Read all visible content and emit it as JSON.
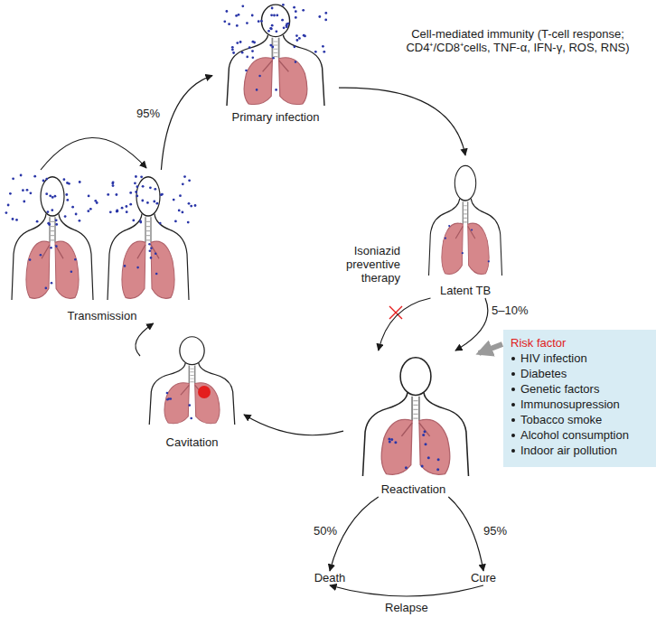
{
  "diagram": {
    "nodes": [
      {
        "text": [
          "Primary infection"
        ]
      },
      {
        "text": [
          "Latent TB"
        ]
      },
      {
        "text": [
          "Reactivation"
        ]
      },
      {
        "text": [
          "Cavitation"
        ]
      },
      {
        "text": [
          "Transmission"
        ]
      },
      {
        "text": [
          "Death"
        ]
      },
      {
        "text": [
          "Cure"
        ]
      },
      {
        "text": [
          "Risk factor",
          "HIV infection",
          "Diabetes",
          "Genetic factors",
          "Immunosupression",
          "Tobacco smoke",
          "Alcohol consumption",
          "Indoor air pollution"
        ]
      }
    ],
    "edges": [
      {
        "from": 0,
        "to": 1,
        "arrow": "to",
        "label": "Cell-mediated immunity (T-cell response; CD4⁺/CD8⁺cells, TNF-α, IFN-γ, ROS, RNS)"
      },
      {
        "from": 1,
        "to": 2,
        "arrow": "to",
        "label": "Isoniazid preventive therapy"
      },
      {
        "from": 1,
        "to": 2,
        "arrow": "to",
        "label": "5–10%"
      },
      {
        "from": 2,
        "to": 3,
        "arrow": "to"
      },
      {
        "from": 3,
        "to": 4,
        "arrow": "to"
      },
      {
        "from": 4,
        "to": 0,
        "arrow": "to",
        "label": "95%"
      },
      {
        "from": 2,
        "to": 5,
        "arrow": "to",
        "label": "50%"
      },
      {
        "from": 2,
        "to": 6,
        "arrow": "to",
        "label": "95%"
      },
      {
        "from": 6,
        "to": 5,
        "arrow": "to",
        "label": "Relapse"
      }
    ]
  }
}
